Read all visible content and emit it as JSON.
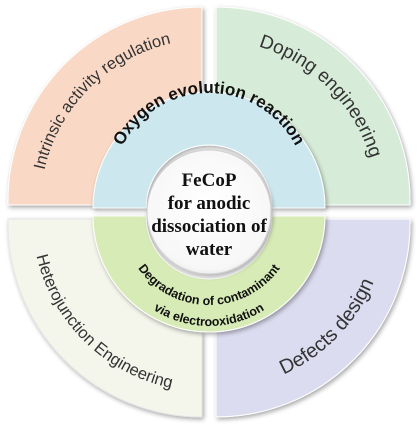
{
  "outer_ring": {
    "top_left": {
      "label": "Intrinsic activity regulation",
      "color": "#f9d9c6"
    },
    "top_right": {
      "label": "Doping engineering",
      "color": "#d7ecd8"
    },
    "bottom_left": {
      "label": "Heterojunction Engineering",
      "color": "#f4f6ec"
    },
    "bottom_right": {
      "label": "Defects design",
      "color": "#dcdcf0"
    }
  },
  "middle_ring": {
    "top": {
      "label": "Oxygen evolution reaction",
      "color": "#cde7ef"
    },
    "bottom": {
      "line1": "Degradation of contaminant",
      "line2": "via electrooxidation",
      "color": "#d7ebb6"
    }
  },
  "center": {
    "line1": "FeCoP",
    "line2": "for anodic",
    "line3": "dissociation of",
    "line4": "water"
  }
}
